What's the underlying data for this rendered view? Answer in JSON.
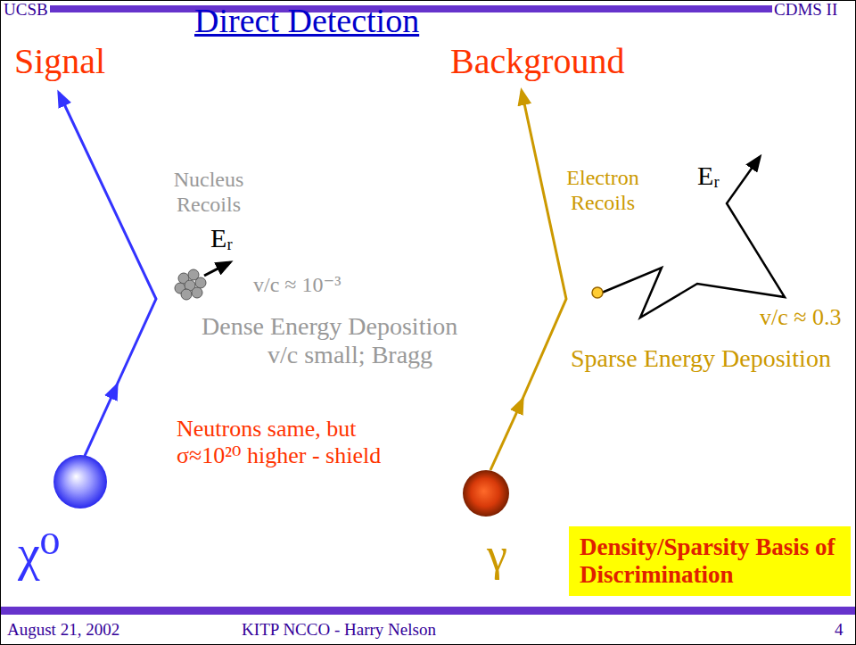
{
  "diagram": {
    "title": "Direct Detection",
    "nodes": [
      {
        "text": [
          "Density/Sparsity Basis of Discrimination"
        ]
      }
    ],
    "labels": [
      "UCSB",
      "CDMS II",
      "Signal",
      "Background",
      "Nucleus Recoils",
      "Eᵣ",
      "v/c ≈ 10⁻³",
      "Dense Energy Deposition",
      "v/c small; Bragg",
      "Neutrons same, but σ≈10²⁰ higher - shield",
      "χ⁰",
      "Electron Recoils",
      "Eᵣ",
      "v/c ≈ 0.3",
      "Sparse Energy Deposition",
      "γ",
      "August 21, 2002",
      "KITP NCCO - Harry Nelson",
      "4"
    ]
  }
}
